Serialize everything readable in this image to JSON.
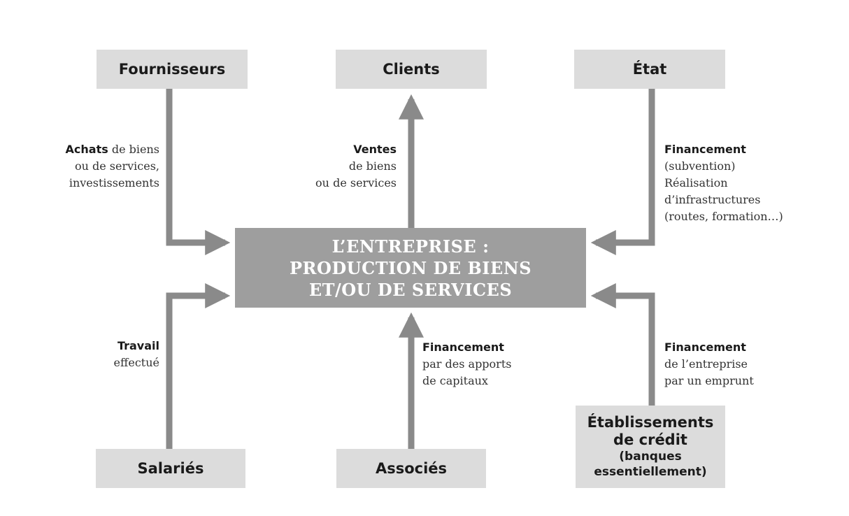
{
  "colors": {
    "box_fill": "#dcdcdc",
    "center_fill": "#9e9e9e",
    "arrow": "#8a8a8a",
    "center_text": "#ffffff"
  },
  "nodes": {
    "fournisseurs": "Fournisseurs",
    "clients": "Clients",
    "etat": "État",
    "salaries": "Salariés",
    "associes": "Associés",
    "etablissements_line1": "Établissements",
    "etablissements_line2": "de crédit",
    "etablissements_line3": "(banques",
    "etablissements_line4": "essentiellement)",
    "center_line1": "L’ENTREPRISE :",
    "center_line2": "PRODUCTION DE BIENS",
    "center_line3": "ET/OU DE SERVICES"
  },
  "edges": {
    "achats": {
      "bold": "Achats",
      "line1_rest": " de biens",
      "line2": "ou de services,",
      "line3": "investissements"
    },
    "ventes": {
      "bold": "Ventes",
      "line2": "de biens",
      "line3": "ou de services"
    },
    "etat_financement": {
      "bold": "Financement",
      "line2": "(subvention)",
      "line3": "Réalisation",
      "line4": "d’infrastructures",
      "line5": "(routes, formation…)"
    },
    "travail": {
      "bold": "Travail",
      "line2": "effectué"
    },
    "associes_financement": {
      "bold": "Financement",
      "line2": "par des apports",
      "line3": "de capitaux"
    },
    "emprunt": {
      "bold": "Financement",
      "line2": "de l’entreprise",
      "line3": "par un emprunt"
    }
  }
}
